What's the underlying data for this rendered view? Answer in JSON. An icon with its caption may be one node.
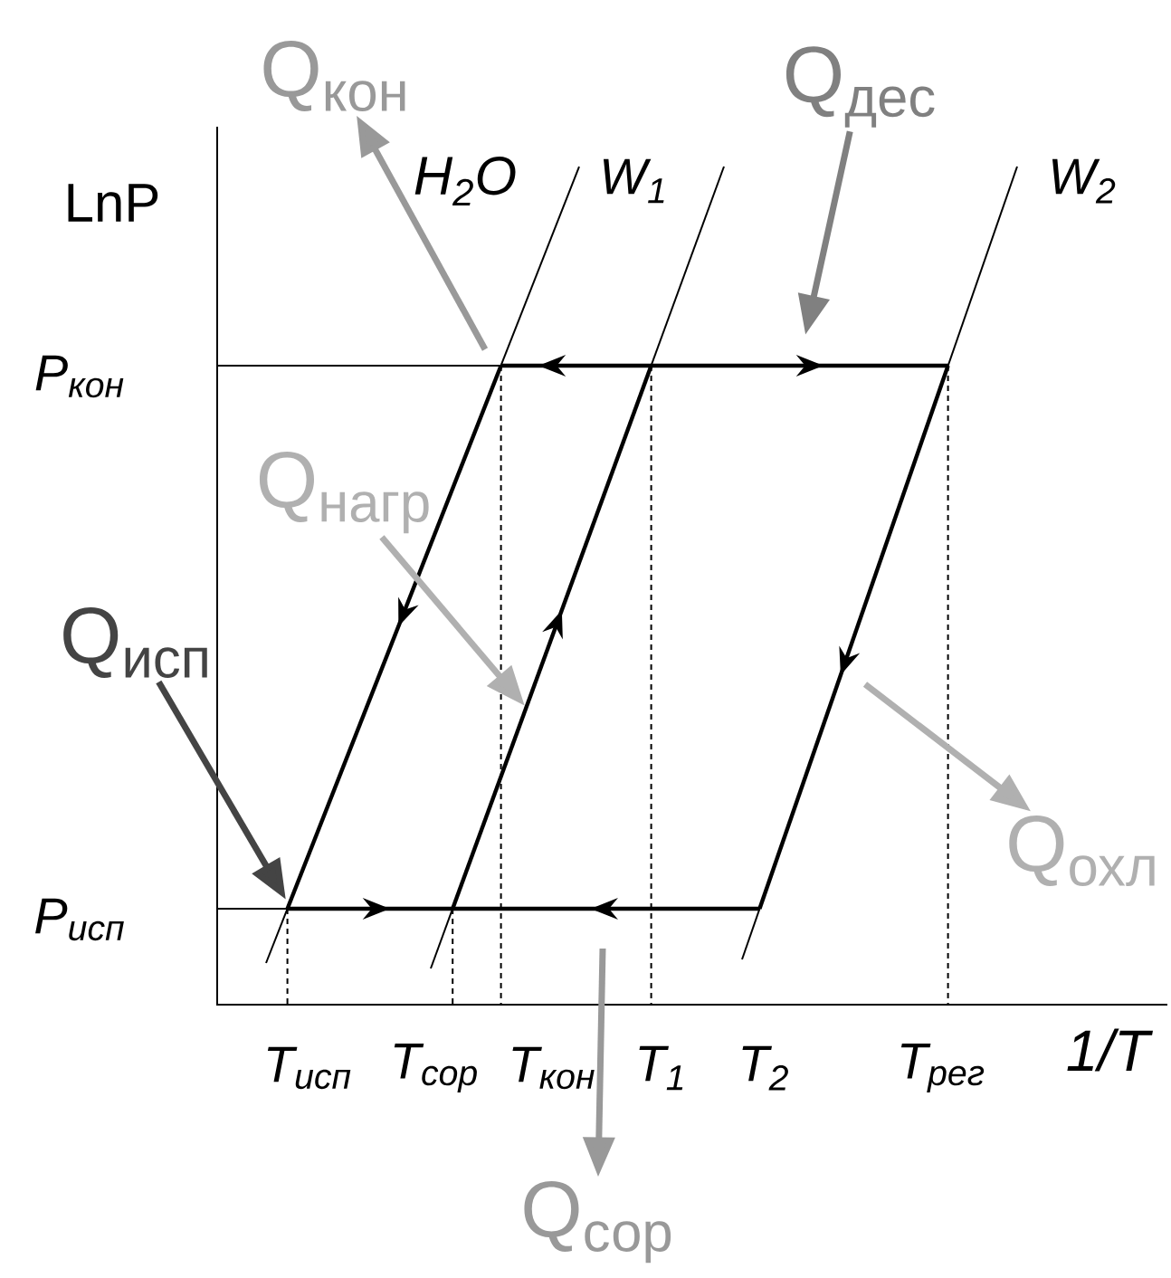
{
  "diagram": {
    "nodes": [
      {
        "text": [
          "Q$_{кон}$"
        ]
      },
      {
        "text": [
          "Q$_{дес}$"
        ]
      },
      {
        "text": [
          "Q$_{нагр}$"
        ]
      },
      {
        "text": [
          "Q$_{исп}$"
        ]
      },
      {
        "text": [
          "Q$_{охл}$"
        ]
      },
      {
        "text": [
          "Q$_{сор}$"
        ]
      }
    ],
    "edges": [
      {
        "from": null,
        "to": 0,
        "arrow": "to",
        "color": "#999999"
      },
      {
        "from": 1,
        "to": null,
        "arrow": "to",
        "color": "#808080"
      },
      {
        "from": 2,
        "to": null,
        "arrow": "to",
        "color": "#b0b0b0"
      },
      {
        "from": 3,
        "to": null,
        "arrow": "to",
        "color": "#444444"
      },
      {
        "from": null,
        "to": 4,
        "arrow": "to",
        "color": "#b0b0b0"
      },
      {
        "from": null,
        "to": 5,
        "arrow": "to",
        "color": "#999999"
      }
    ],
    "labels": [
      "LnP",
      "H$_{2}$O",
      "W$_{1}$",
      "W$_{2}$",
      "P$_{кон}$",
      "P$_{исп}$",
      "T$_{исп}$",
      "T$_{сор}$",
      "T$_{кон}$",
      "T$_{1}$",
      "T$_{2}$",
      "T$_{рег}$",
      "1/T"
    ]
  }
}
